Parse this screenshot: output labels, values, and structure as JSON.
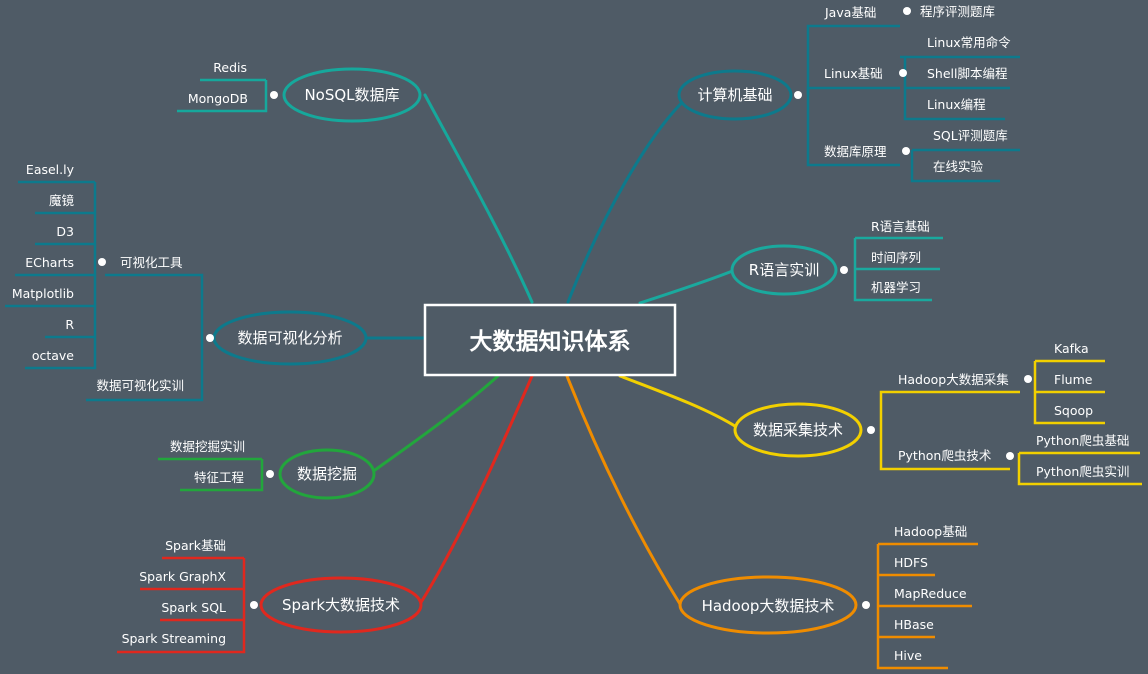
{
  "central": "大数据知识体系",
  "branches": {
    "computer": {
      "label": "计算机基础",
      "color": "#0d7a8c",
      "groups": {
        "java": {
          "label": "Java基础",
          "items": [
            "程序评测题库"
          ]
        },
        "linux": {
          "label": "Linux基础",
          "items": [
            "Linux常用命令",
            "Shell脚本编程",
            "Linux编程"
          ]
        },
        "db": {
          "label": "数据库原理",
          "items": [
            "SQL评测题库",
            "在线实验"
          ]
        }
      }
    },
    "r": {
      "label": "R语言实训",
      "color": "#1aa99e",
      "items": [
        "R语言基础",
        "时间序列",
        "机器学习"
      ]
    },
    "collection": {
      "label": "数据采集技术",
      "color": "#f2d000",
      "groups": {
        "hadoop": {
          "label": "Hadoop大数据采集",
          "items": [
            "Kafka",
            "Flume",
            "Sqoop"
          ]
        },
        "python": {
          "label": "Python爬虫技术",
          "items": [
            "Python爬虫基础",
            "Python爬虫实训"
          ]
        }
      }
    },
    "hadoop": {
      "label": "Hadoop大数据技术",
      "color": "#ef8c00",
      "items": [
        "Hadoop基础",
        "HDFS",
        "MapReduce",
        "HBase",
        "Hive"
      ]
    },
    "nosql": {
      "label": "NoSQL数据库",
      "color": "#16a89c",
      "items": [
        "Redis",
        "MongoDB"
      ]
    },
    "vis": {
      "label": "数据可视化分析",
      "color": "#0d7a8c",
      "groups": {
        "tools": {
          "label": "可视化工具",
          "items": [
            "Easel.ly",
            "魔镜",
            "D3",
            "ECharts",
            "Matplotlib",
            "R",
            "octave"
          ]
        }
      },
      "items": [
        "数据可视化实训"
      ]
    },
    "mining": {
      "label": "数据挖掘",
      "color": "#22a63c",
      "items": [
        "数据挖掘实训",
        "特征工程"
      ]
    },
    "spark": {
      "label": "Spark大数据技术",
      "color": "#e0281e",
      "items": [
        "Spark基础",
        "Spark GraphX",
        "Spark SQL",
        "Spark Streaming"
      ]
    }
  }
}
